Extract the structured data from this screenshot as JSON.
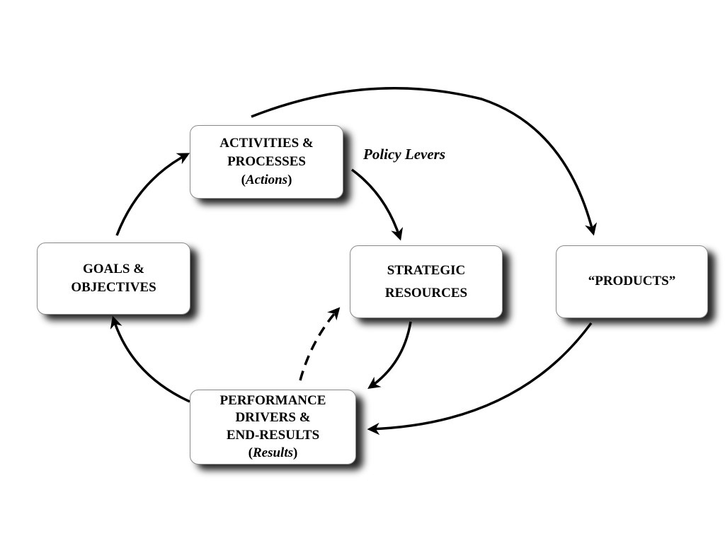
{
  "boxes": {
    "activities": {
      "line1": "ACTIVITIES &",
      "line2": "PROCESSES",
      "paren_open": "(",
      "italic": "Actions",
      "paren_close": ")"
    },
    "goals": {
      "line1": "GOALS &",
      "line2": "OBJECTIVES"
    },
    "strategic": {
      "line1": "STRATEGIC",
      "line2": "RESOURCES"
    },
    "products": {
      "line1": "“PRODUCTS”"
    },
    "performance": {
      "line1": "PERFORMANCE",
      "line2": "DRIVERS &",
      "line3": "END-RESULTS",
      "paren_open": "(",
      "italic": "Results",
      "paren_close": ")"
    }
  },
  "annotation": {
    "policy_levers": "Policy Levers"
  },
  "colors": {
    "stroke": "#000000",
    "box_border": "#8a8a8a",
    "shadow": "#000000"
  }
}
